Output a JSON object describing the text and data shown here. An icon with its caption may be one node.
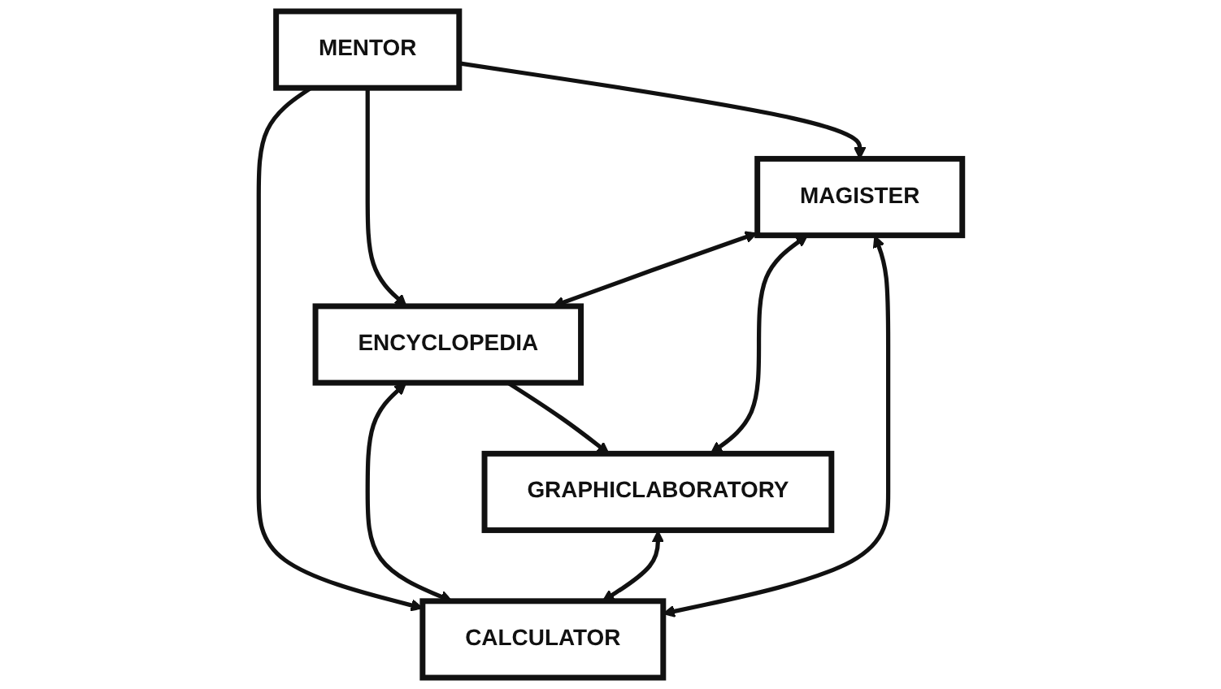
{
  "diagram": {
    "nodes": [
      {
        "text": [
          "MENTOR"
        ]
      },
      {
        "text": [
          "ENCYCLOPEDIA"
        ]
      },
      {
        "text": [
          "GRAPHICLABORATORY"
        ]
      },
      {
        "text": [
          "MAGISTER"
        ]
      },
      {
        "text": [
          "CALCULATOR"
        ]
      }
    ],
    "edges": [
      {
        "from": 0,
        "to": 3,
        "arrow": "to"
      },
      {
        "from": 0,
        "to": 1,
        "arrow": "to"
      },
      {
        "from": 0,
        "to": 4,
        "arrow": "to"
      },
      {
        "from": 3,
        "to": 1,
        "arrow": "both"
      },
      {
        "from": 1,
        "to": 4,
        "arrow": "both"
      },
      {
        "from": 1,
        "to": 2,
        "arrow": "to"
      },
      {
        "from": 2,
        "to": 3,
        "arrow": "both"
      },
      {
        "from": 2,
        "to": 4,
        "arrow": "both"
      },
      {
        "from": 3,
        "to": 4,
        "arrow": "both"
      }
    ]
  }
}
